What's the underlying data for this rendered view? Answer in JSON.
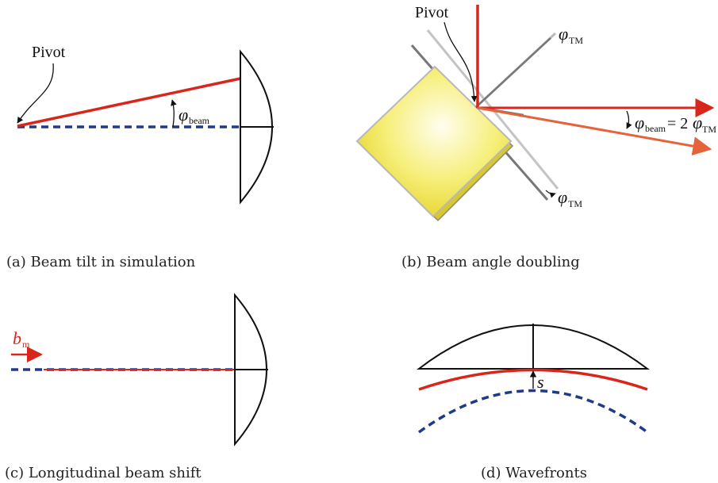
{
  "panel_a": {
    "caption": "(a) Beam tilt in simulation",
    "pivot_label": "Pivot",
    "angle_symbol": "φ",
    "angle_sub": "beam"
  },
  "panel_b": {
    "caption": "(b) Beam angle doubling",
    "pivot_label": "Pivot",
    "tm_symbol_top": "φ",
    "tm_sub_top": "TM",
    "tm_symbol_bottom": "φ",
    "tm_sub_bottom": "TM",
    "beam_symbol": "φ",
    "beam_sub": "beam",
    "equals": "= 2",
    "rhs_symbol": "φ",
    "rhs_sub": "TM"
  },
  "panel_c": {
    "caption": "(c) Longitudinal beam shift",
    "shift_symbol": "b",
    "shift_sub": "m"
  },
  "panel_d": {
    "caption": "(d) Wavefronts",
    "sag_symbol": "s"
  },
  "colors": {
    "beam_red": "#d9261c",
    "reflected_orange": "#e5623a",
    "dashed_blue": "#1f3a8a",
    "mirror_yellow": "#f2e64a"
  }
}
